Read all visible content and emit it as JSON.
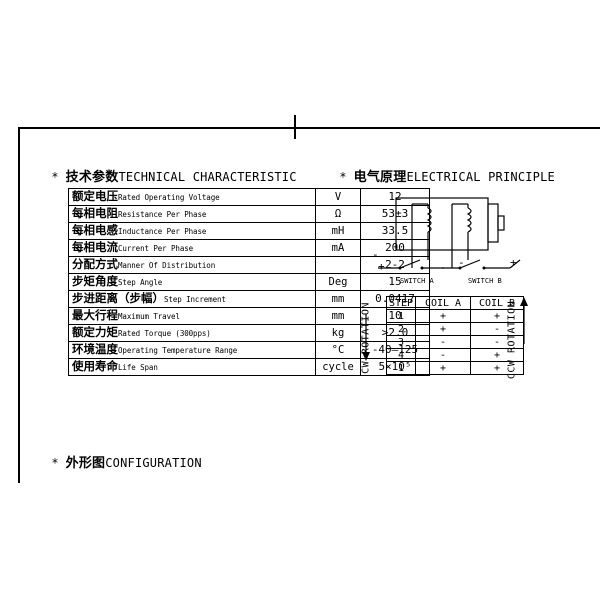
{
  "tech": {
    "star": "*",
    "title_cn": "技术参数",
    "title_en": "TECHNICAL CHARACTERISTIC",
    "rows": [
      {
        "zh": "额定电压",
        "en": "Rated Operating Voltage",
        "unit": "V",
        "value": "12"
      },
      {
        "zh": "每相电阻",
        "en": "Resistance Per Phase",
        "unit": "Ω",
        "value": "53±3"
      },
      {
        "zh": "每相电感",
        "en": "Inductance Per Phase",
        "unit": "mH",
        "value": "33.5"
      },
      {
        "zh": "每相电流",
        "en": "Current Per Phase",
        "unit": "mA",
        "value": "200"
      },
      {
        "zh": "分配方式",
        "en": "Manner Of Distribution",
        "unit": "",
        "value": "2-2"
      },
      {
        "zh": "步矩角度",
        "en": "Step Angle",
        "unit": "Deg",
        "value": "15"
      },
      {
        "zh": "步进距离（步幅）",
        "en": "Step Increment",
        "unit": "mm",
        "value": "0.0417"
      },
      {
        "zh": "最大行程",
        "en": "Maximum Travel",
        "unit": "mm",
        "value": "10"
      },
      {
        "zh": "额定力矩",
        "en": "Rated Torque (300pps)",
        "unit": "kg",
        "value": ">2.0"
      },
      {
        "zh": "环境温度",
        "en": "Operating Temperature Range",
        "unit": "°C",
        "value": "-40—125"
      },
      {
        "zh": "使用寿命",
        "en": "Life Span",
        "unit": "cycle",
        "value": "5×10⁵"
      }
    ]
  },
  "electrical": {
    "star": "*",
    "title_cn": "电气原理",
    "title_en": "ELECTRICAL PRINCIPLE",
    "switch_a": "SWITCH A",
    "switch_b": "SWITCH B",
    "plus": "+",
    "minus": "-",
    "cw": "CW ROTATION",
    "ccw": "CCW ROTATION",
    "headers": [
      "STEP",
      "COIL A",
      "COIL B"
    ],
    "rows": [
      [
        "1",
        "+",
        "+"
      ],
      [
        "2",
        "+",
        "-"
      ],
      [
        "3",
        "-",
        "-"
      ],
      [
        "4",
        "-",
        "+"
      ],
      [
        "1",
        "+",
        "+"
      ]
    ]
  },
  "config": {
    "star": "*",
    "title_cn": "外形图",
    "title_en": "CONFIGURATION"
  }
}
